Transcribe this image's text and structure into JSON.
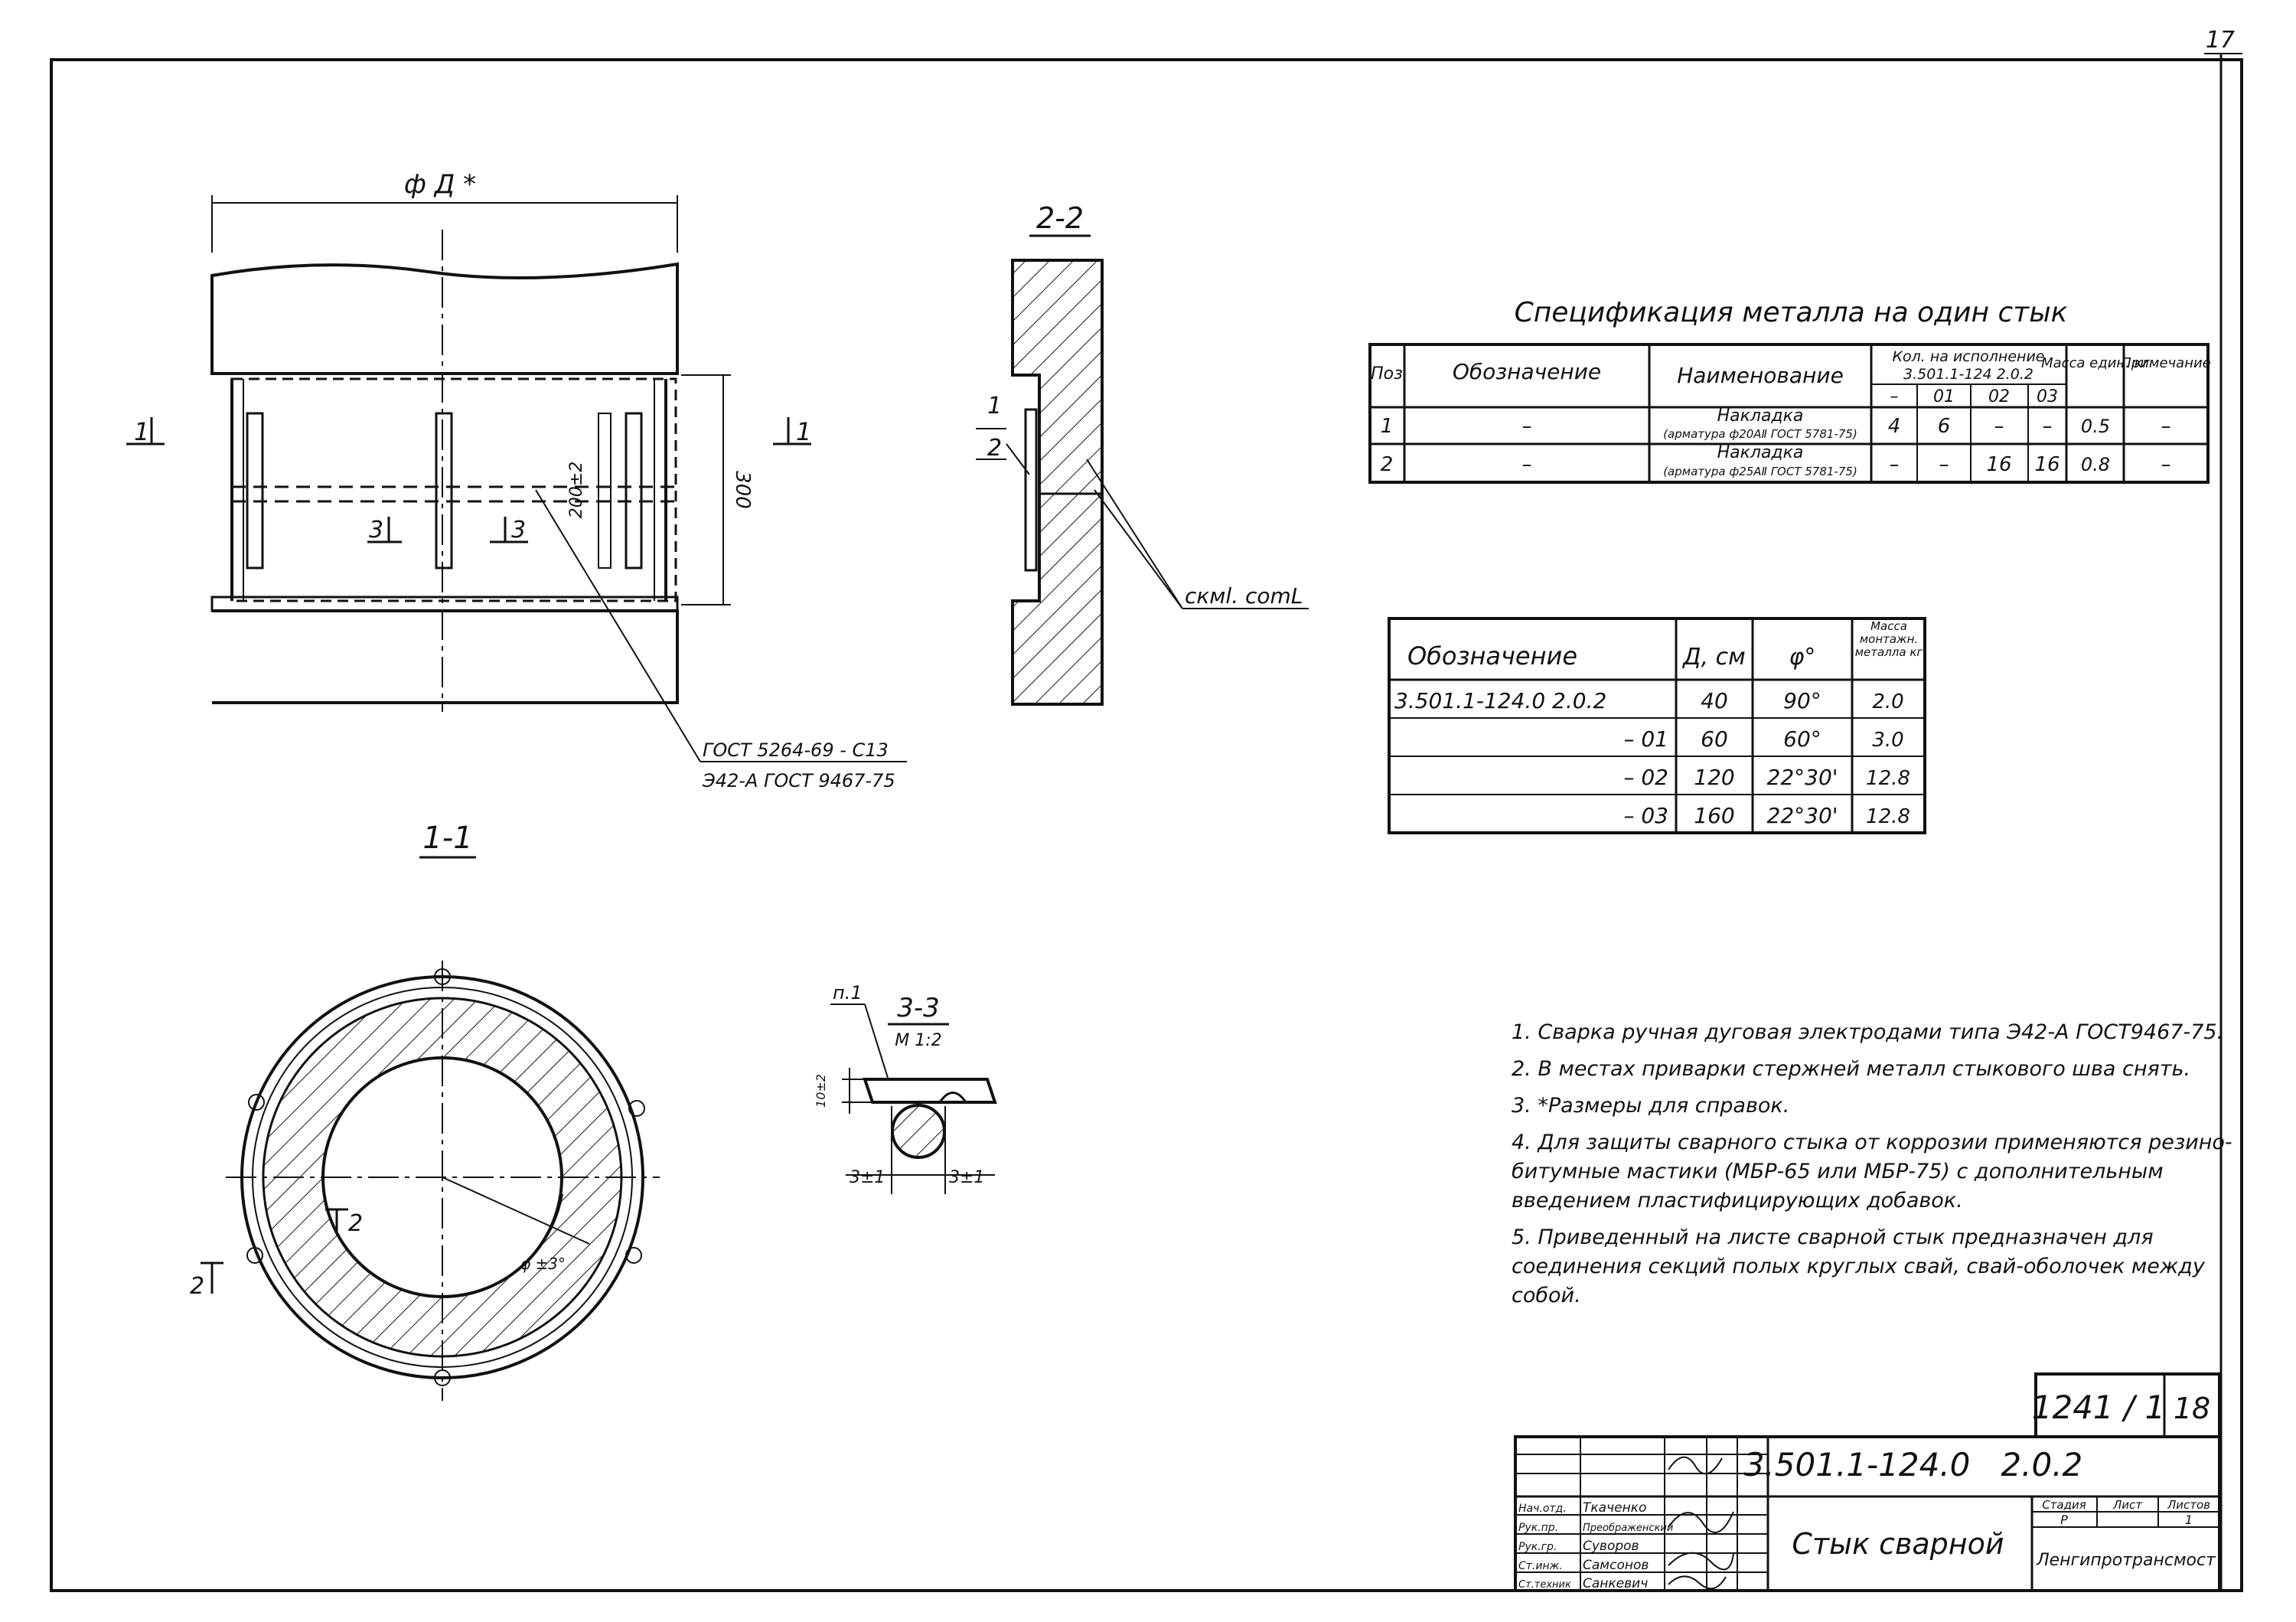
{
  "sheet_number": "17",
  "views": {
    "elevation": {
      "diameter_label": "ф Д *",
      "section_1_left": "1",
      "section_1_right": "1",
      "section_3_left": "3",
      "section_3_right": "3",
      "dim_height": "300",
      "dim_weld": "200±2",
      "weld_std_1": "ГОСТ 5264-69 - С13",
      "weld_std_2": "Э42-А ГОСТ 9467-75"
    },
    "section_2_2": {
      "title": "2-2",
      "pos_1": "1",
      "pos_2": "2",
      "weld_label": "скмl. сomL"
    },
    "section_1_1": {
      "title": "1-1",
      "angle": "φ ±3°",
      "section_2_a": "2",
      "section_2_b": "2"
    },
    "section_3_3": {
      "title": "3-3",
      "scale": "М 1:2",
      "pos": "п.1",
      "dim_gap": "10±2",
      "dim_left": "3±1",
      "dim_right": "3±1"
    }
  },
  "spec_table": {
    "title": "Спецификация металла на один стык",
    "headers": {
      "pos": "Поз",
      "designation": "Обозначение",
      "name": "Наименование",
      "qty": "Кол. на исполнение",
      "qty_doc": "3.501.1-124 2.0.2",
      "mass": "Масса един. кг",
      "note": "Примечание"
    },
    "variants": [
      "–",
      "01",
      "02",
      "03"
    ],
    "rows": [
      {
        "pos": "1",
        "designation": "–",
        "name": "Накладка",
        "name_sub": "(арматура ф20АⅡ ГОСТ 5781-75)",
        "q": [
          "4",
          "6",
          "–",
          "–"
        ],
        "mass": "0.5",
        "note": "–"
      },
      {
        "pos": "2",
        "designation": "–",
        "name": "Накладка",
        "name_sub": "(арматура ф25АⅡ ГОСТ 5781-75)",
        "q": [
          "–",
          "–",
          "16",
          "16"
        ],
        "mass": "0.8",
        "note": "–"
      }
    ]
  },
  "variant_table": {
    "headers": {
      "designation": "Обозначение",
      "d": "Д, см",
      "phi": "φ°",
      "mass": "Масса монтажн. металла кг"
    },
    "rows": [
      {
        "designation": "3.501.1-124.0   2.0.2",
        "d": "40",
        "phi": "90°",
        "mass": "2.0"
      },
      {
        "designation": "– 01",
        "d": "60",
        "phi": "60°",
        "mass": "3.0"
      },
      {
        "designation": "– 02",
        "d": "120",
        "phi": "22°30'",
        "mass": "12.8"
      },
      {
        "designation": "– 03",
        "d": "160",
        "phi": "22°30'",
        "mass": "12.8"
      }
    ]
  },
  "notes": [
    "1. Сварка ручная дуговая электродами типа Э42-А ГОСТ9467-75.",
    "2. В местах приварки стержней металл стыкового шва снять.",
    "3. *Размеры для справок.",
    "4. Для защиты сварного стыка от коррозии применяются резино-битумные мастики (МБР-65 или МБР-75) с дополнительным введением пластифицирующих добавок.",
    "5. Приведенный на листе сварной стык предназначен для соединения секций полых круглых свай, свай-оболочек между собой."
  ],
  "title_block": {
    "album": "1241 / 1",
    "page": "18",
    "doc_code": "3.501.1-124.0",
    "doc_sheet": "2.0.2",
    "title": "Стык сварной",
    "stage_label": "Стадия",
    "sheet_label": "Лист",
    "sheets_label": "Листов",
    "stage": "Р",
    "sheets": "1",
    "org": "Ленгипротрансмост",
    "signers": [
      {
        "role": "Нач.отд.",
        "name": "Ткаченко"
      },
      {
        "role": "Рук.пр.",
        "name": "Преображенский"
      },
      {
        "role": "Рук.гр.",
        "name": "Суворов"
      },
      {
        "role": "Ст.инж.",
        "name": "Самсонов"
      },
      {
        "role": "Ст.техник",
        "name": "Санкевич"
      }
    ]
  }
}
